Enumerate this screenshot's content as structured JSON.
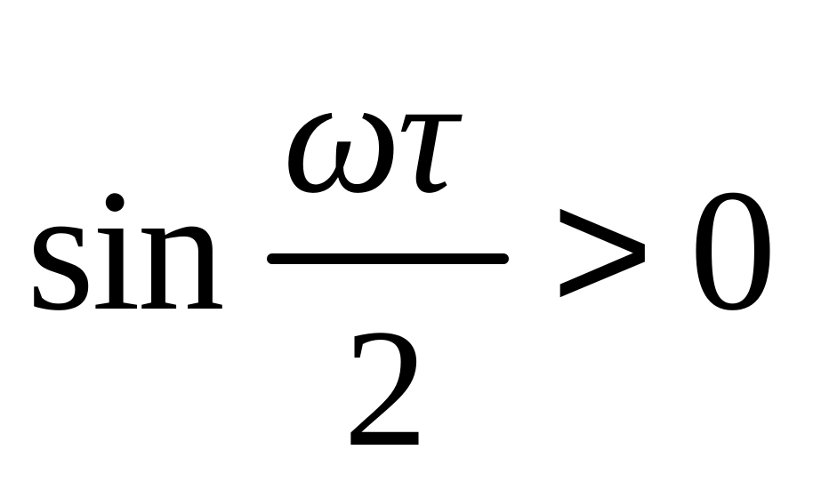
{
  "formula": {
    "function_name": "sin",
    "numerator": "ωτ",
    "denominator": "2",
    "relation": ">",
    "rhs": "0"
  }
}
